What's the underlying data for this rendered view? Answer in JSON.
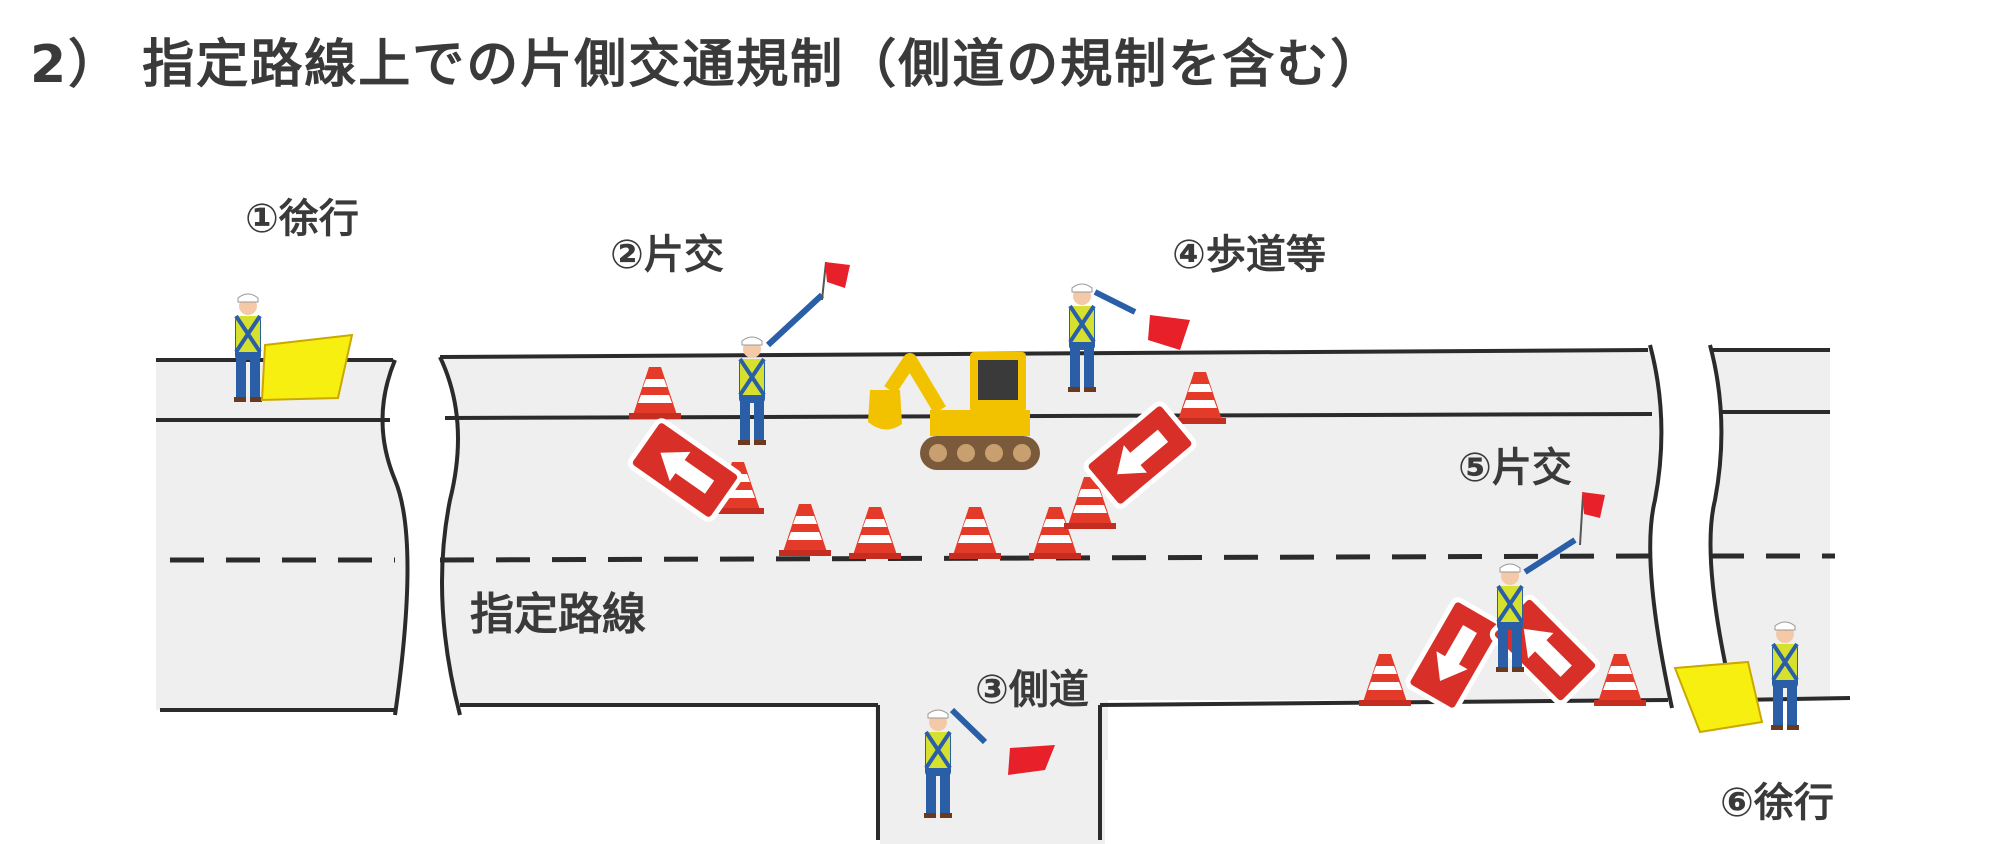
{
  "title": "2） 指定路線上での片側交通規制（側道の規制を含む）",
  "labels": {
    "l1": "①徐行",
    "l2": "②片交",
    "l3": "③側道",
    "l4": "④歩道等",
    "l5": "⑤片交",
    "l6": "⑥徐行",
    "road": "指定路線"
  },
  "colors": {
    "road": "#efefef",
    "line": "#2b2b2b",
    "worker_uniform": "#2a5fa8",
    "vest": "#e8f020",
    "flag": "#e8202a",
    "slow_sign": "#f7ef10",
    "cone": "#e43a2a",
    "excavator": "#f2c200",
    "arrow_board": "#d83028"
  },
  "icons": [
    "worker-icon",
    "flag-icon",
    "slow-sign-icon",
    "traffic-cone-icon",
    "arrow-board-icon",
    "excavator-icon"
  ]
}
